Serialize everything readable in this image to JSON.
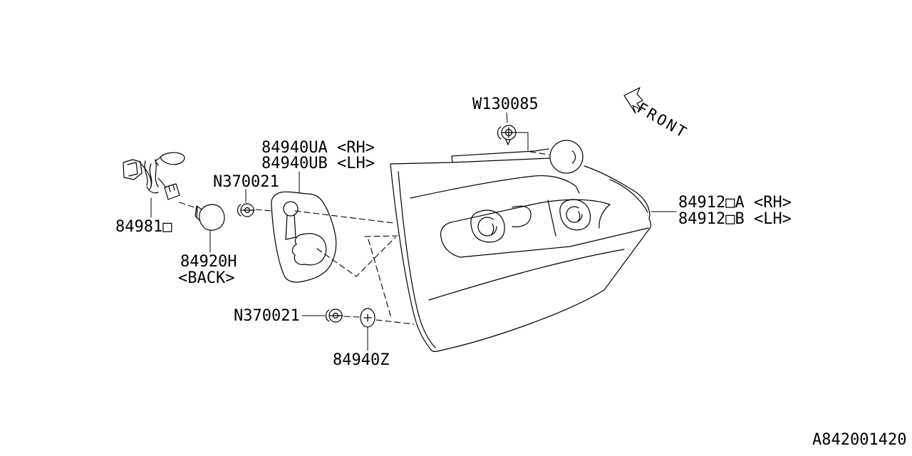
{
  "colors": {
    "ink": "#000000",
    "background": "#ffffff"
  },
  "diagram_code": "A842001420",
  "front_indicator": {
    "label": "FRONT"
  },
  "parts": {
    "bolt": {
      "number": "W130085"
    },
    "gasket": {
      "rh": "84940UA <RH>",
      "lh": "84940UB <LH>"
    },
    "nut_upper": {
      "number": "N370021"
    },
    "harness": {
      "number": "84981□"
    },
    "bulb": {
      "number": "84920H",
      "note": "<BACK>"
    },
    "nut_lower": {
      "number": "N370021"
    },
    "grommet": {
      "number": "84940Z"
    },
    "lamp": {
      "rh": "84912□A <RH>",
      "lh": "84912□B <LH>"
    }
  }
}
